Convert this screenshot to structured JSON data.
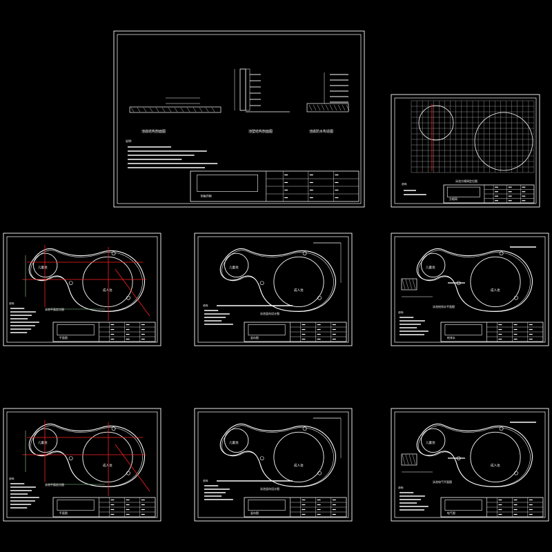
{
  "colors": {
    "background": "#000000",
    "line": "#ffffff",
    "accent_red": "#ff2020",
    "grid": "#c8c8c8",
    "dim_green": "#9ad0a0"
  },
  "sheets": [
    {
      "id": "sheet-1-sections",
      "kind": "sections",
      "labels": [
        "池底结构剖面图",
        "池壁结构剖面图",
        "池底防水构造图"
      ],
      "note_title": "说明:",
      "title_label": "剖面详图"
    },
    {
      "id": "sheet-2-grid",
      "kind": "grid",
      "labels": [
        "泳池方格网定位图"
      ],
      "note_title": "说明:",
      "title_label": "方格网"
    },
    {
      "id": "sheet-3-plan-a",
      "kind": "plan-dim",
      "labels": [
        "儿童池",
        "成人池",
        "泳池平面定位图"
      ],
      "note_title": "说明:",
      "title_label": "平面图"
    },
    {
      "id": "sheet-4-plan-b",
      "kind": "plan-level",
      "labels": [
        "儿童池",
        "成人池",
        "泳池竖向设计图"
      ],
      "note_title": "说明:",
      "title_label": "竖向图"
    },
    {
      "id": "sheet-5-plan-c",
      "kind": "plan-detail",
      "labels": [
        "儿童池",
        "成人池",
        "泳池给排水平面图"
      ],
      "note_title": "说明:",
      "title_label": "给排水"
    },
    {
      "id": "sheet-6-plan-a2",
      "kind": "plan-dim",
      "labels": [
        "儿童池",
        "成人池",
        "泳池平面定位图"
      ],
      "note_title": "说明:",
      "title_label": "平面图"
    },
    {
      "id": "sheet-7-plan-b2",
      "kind": "plan-level",
      "labels": [
        "儿童池",
        "成人池",
        "泳池竖向设计图"
      ],
      "note_title": "说明:",
      "title_label": "竖向图"
    },
    {
      "id": "sheet-8-plan-c2",
      "kind": "plan-detail",
      "labels": [
        "儿童池",
        "成人池",
        "泳池电气平面图"
      ],
      "note_title": "说明:",
      "title_label": "电气图"
    }
  ]
}
